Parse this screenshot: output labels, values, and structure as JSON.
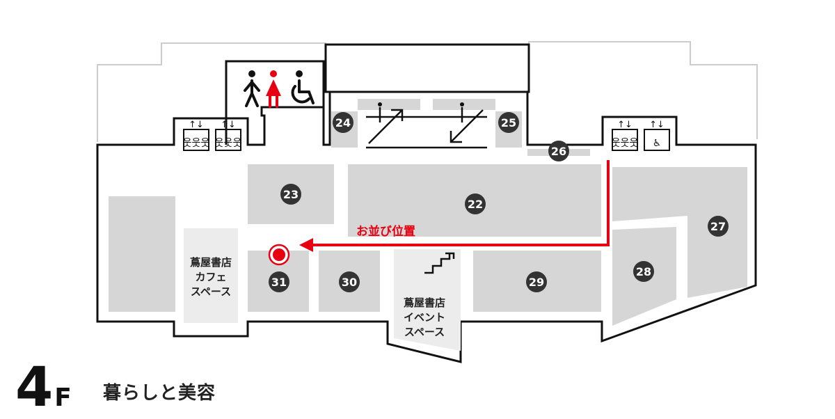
{
  "floor": {
    "number": "4",
    "suffix": "F",
    "title": "暮らしと美容"
  },
  "units": [
    "22",
    "23",
    "24",
    "25",
    "26",
    "27",
    "28",
    "29",
    "30",
    "31"
  ],
  "spaces": {
    "cafe": [
      "蔦屋書店",
      "カフェ",
      "スペース"
    ],
    "event": [
      "蔦屋書店",
      "イベント",
      "スペース"
    ]
  },
  "route": {
    "label": "お並び位置",
    "color": "#e60012"
  },
  "colors": {
    "outline": "#111111",
    "unit_fill": "#d6d6d6",
    "light_fill": "#ececec",
    "badge": "#333333",
    "accent": "#e60012"
  },
  "icons": [
    "man-icon",
    "woman-icon",
    "wheelchair-icon",
    "escalator-up-icon",
    "escalator-down-icon",
    "elevator-icon",
    "stairs-icon",
    "current-location-icon"
  ]
}
